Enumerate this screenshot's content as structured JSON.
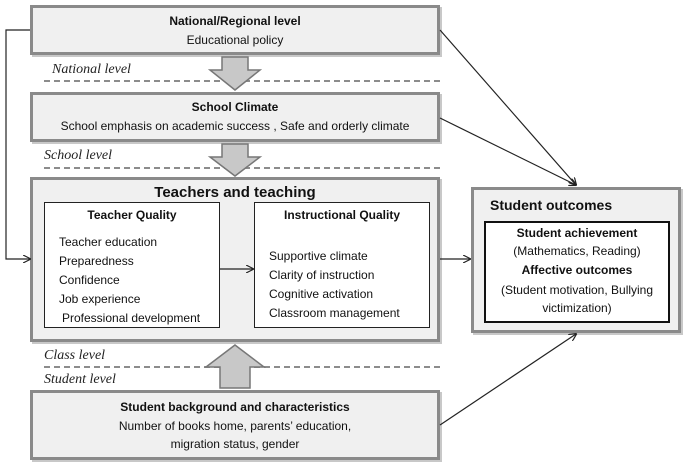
{
  "national": {
    "title": "National/Regional level",
    "subtitle": "Educational policy"
  },
  "school_climate": {
    "title": "School Climate",
    "subtitle": "School emphasis on academic success , Safe and orderly climate"
  },
  "teachers": {
    "title": "Teachers and teaching",
    "teacher_quality": {
      "title": "Teacher Quality",
      "items": [
        "Teacher education",
        "Preparedness",
        "Confidence",
        "Job experience",
        "Professional development"
      ]
    },
    "instructional_quality": {
      "title": "Instructional Quality",
      "items": [
        "Supportive climate",
        "Clarity of instruction",
        "Cognitive activation",
        "Classroom management"
      ]
    }
  },
  "student_background": {
    "title": "Student background and characteristics",
    "line1": "Number of books home, parents’ education,",
    "line2": "migration status, gender"
  },
  "outcomes": {
    "title": "Student outcomes",
    "achievement_title": "Student achievement",
    "achievement_detail": "(Mathematics, Reading)",
    "affective_title": "Affective outcomes",
    "affective_line1": "(Student motivation, Bullying",
    "affective_line2": "victimization)"
  },
  "levels": {
    "national": "National level",
    "school": "School level",
    "class": "Class level",
    "student": "Student level"
  }
}
